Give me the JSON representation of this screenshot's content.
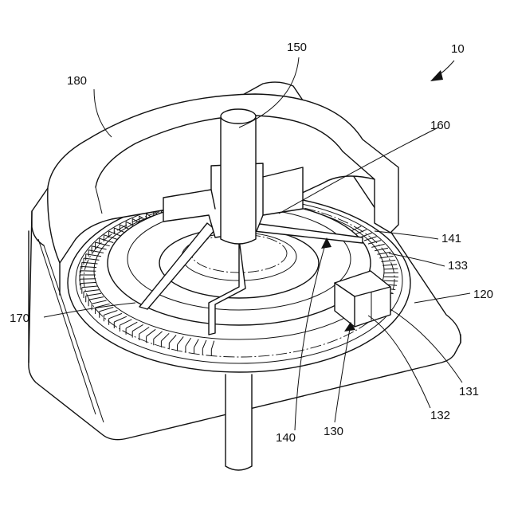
{
  "figure": {
    "labels": {
      "ref_10": "10",
      "ref_120": "120",
      "ref_130": "130",
      "ref_131": "131",
      "ref_132": "132",
      "ref_133": "133",
      "ref_140": "140",
      "ref_141": "141",
      "ref_150": "150",
      "ref_160": "160",
      "ref_170": "170",
      "ref_180": "180"
    }
  }
}
